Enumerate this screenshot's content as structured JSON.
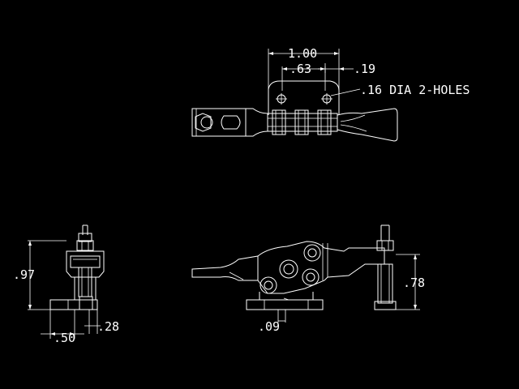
{
  "colors": {
    "background": "#000000",
    "line": "#ffffff"
  },
  "top_view": {
    "dim_overall": "1.00",
    "dim_hole_spacing": ".63",
    "dim_hole_offset": ".19",
    "callout_holes": ".16 DIA 2-HOLES"
  },
  "end_view": {
    "dim_height": ".97",
    "dim_base_offset": ".28",
    "dim_base_width": ".50"
  },
  "side_view": {
    "dim_spindle_height": ".78",
    "dim_base_offset": ".09"
  }
}
